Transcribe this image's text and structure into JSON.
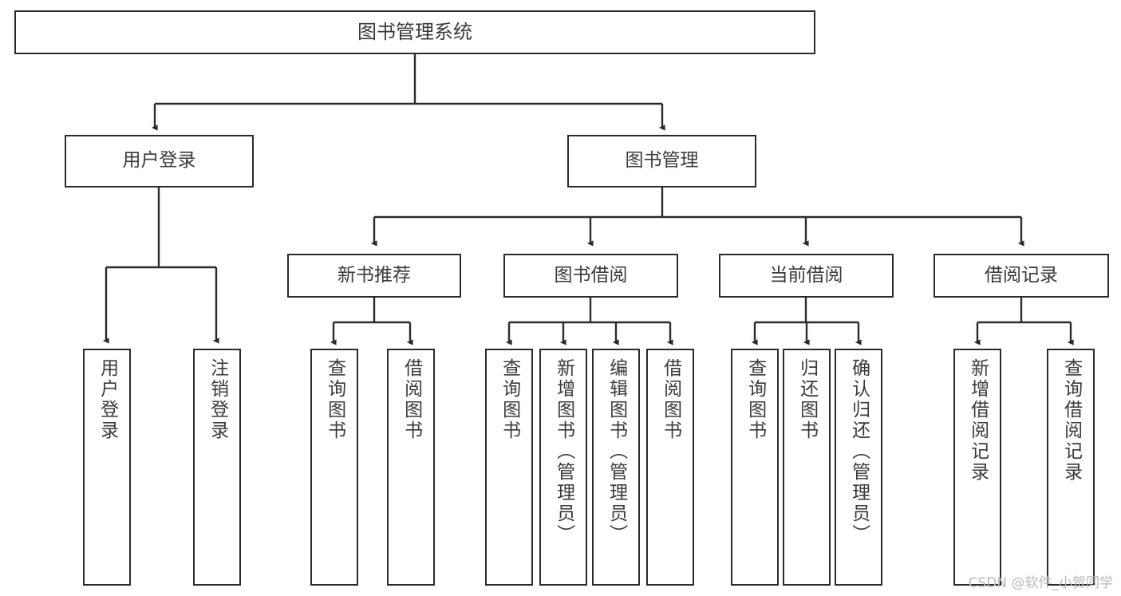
{
  "diagram": {
    "type": "tree-hierarchy-chart",
    "title": "图书管理系统",
    "watermark": "CSDN @软件_小贺同学",
    "colors": {
      "box_border": "#2b2b2b",
      "box_fill": "#ffffff",
      "text": "#3a3a3a",
      "connector": "#2b2b2b",
      "watermark": "#b9b9b9",
      "background": "#ffffff"
    },
    "levels": {
      "root": {
        "label": "图书管理系统"
      },
      "level2": [
        {
          "id": "user-login",
          "label": "用户登录"
        },
        {
          "id": "book-management",
          "label": "图书管理"
        }
      ],
      "level3": [
        {
          "id": "new-book-recommend",
          "label": "新书推荐",
          "parent": "book-management"
        },
        {
          "id": "book-borrow",
          "label": "图书借阅",
          "parent": "book-management"
        },
        {
          "id": "current-borrow",
          "label": "当前借阅",
          "parent": "book-management"
        },
        {
          "id": "borrow-record",
          "label": "借阅记录",
          "parent": "book-management"
        }
      ],
      "leaves": [
        {
          "id": "leaf-user-login",
          "label": "用户登录",
          "parent": "user-login"
        },
        {
          "id": "leaf-logout",
          "label": "注销登录",
          "parent": "user-login"
        },
        {
          "id": "leaf-query-book-1",
          "label": "查询图书",
          "parent": "new-book-recommend"
        },
        {
          "id": "leaf-borrow-book-1",
          "label": "借阅图书",
          "parent": "new-book-recommend"
        },
        {
          "id": "leaf-query-book-2",
          "label": "查询图书",
          "parent": "book-borrow"
        },
        {
          "id": "leaf-add-book",
          "label": "新增图书（管理员）",
          "parent": "book-borrow"
        },
        {
          "id": "leaf-edit-book",
          "label": "编辑图书（管理员）",
          "parent": "book-borrow"
        },
        {
          "id": "leaf-borrow-book-2",
          "label": "借阅图书",
          "parent": "book-borrow"
        },
        {
          "id": "leaf-query-book-3",
          "label": "查询图书",
          "parent": "current-borrow"
        },
        {
          "id": "leaf-return-book",
          "label": "归还图书",
          "parent": "current-borrow"
        },
        {
          "id": "leaf-confirm-return",
          "label": "确认归还（管理员）",
          "parent": "current-borrow"
        },
        {
          "id": "leaf-add-record",
          "label": "新增借阅记录",
          "parent": "borrow-record"
        },
        {
          "id": "leaf-query-record",
          "label": "查询借阅记录",
          "parent": "borrow-record"
        }
      ]
    }
  }
}
